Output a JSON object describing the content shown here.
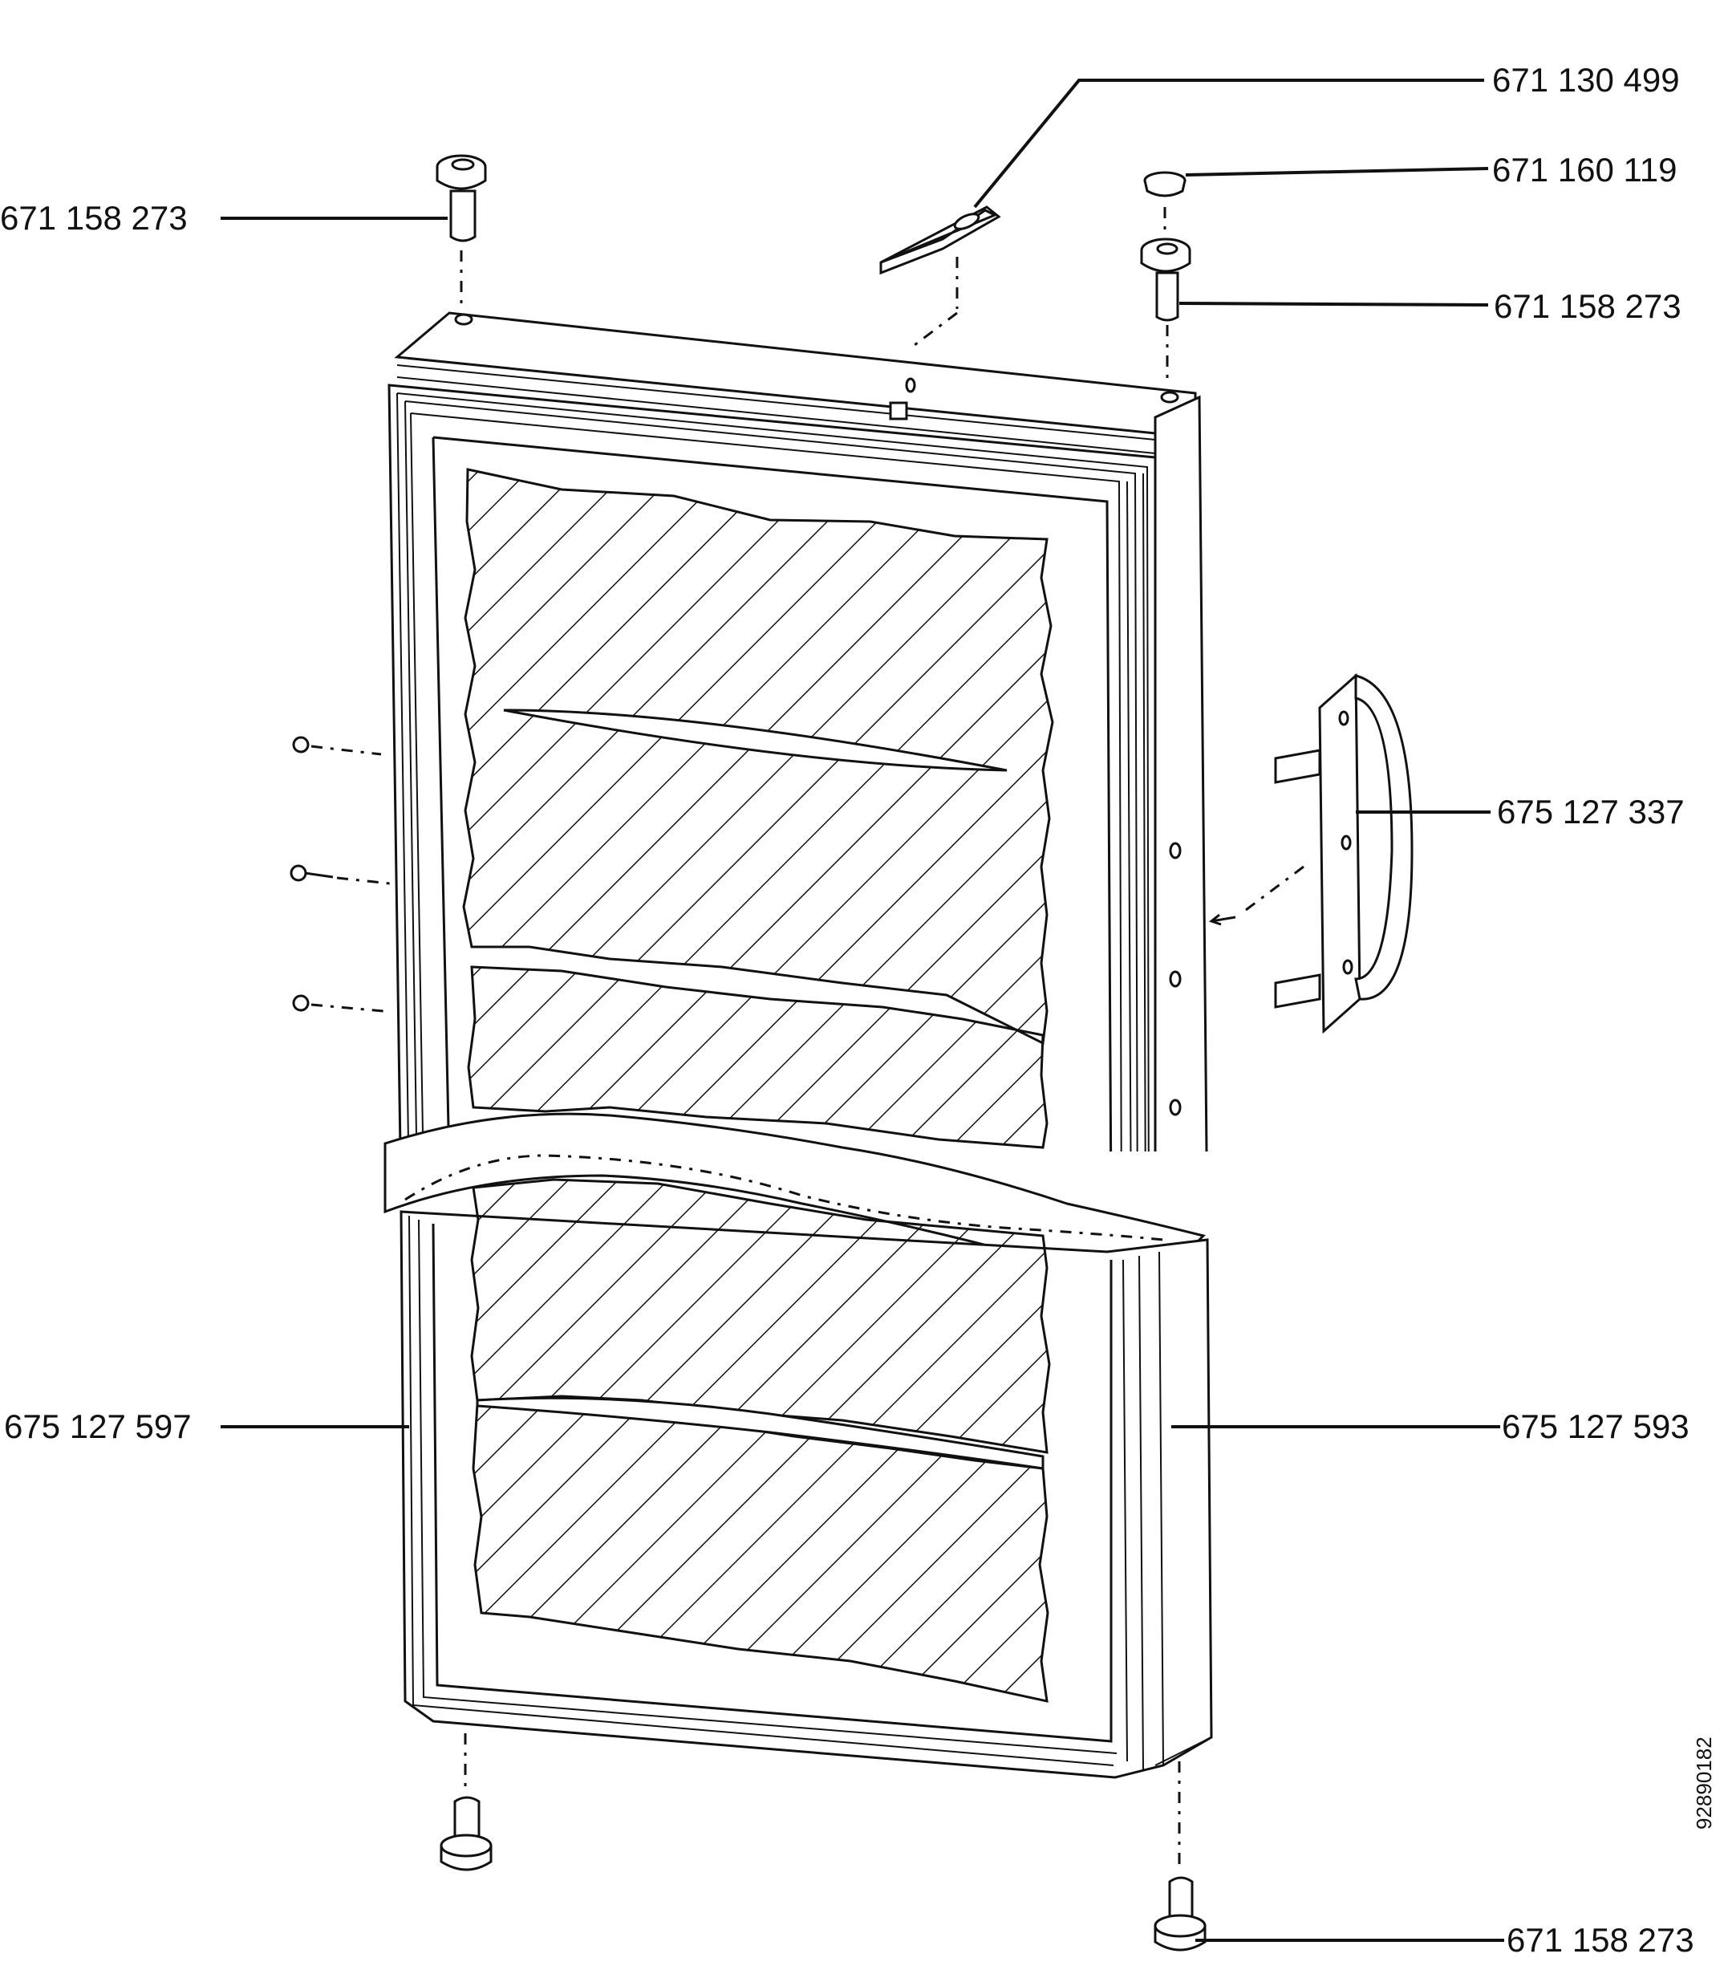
{
  "parts": {
    "hinge_pin_top_left": "671 158 273",
    "bracket": "671 130 499",
    "cap": "671 160 119",
    "hinge_pin_top_right": "671 158 273",
    "handle": "675 127 337",
    "gasket": "675 127 597",
    "door": "675 127 593",
    "hinge_pin_bottom": "671 158 273"
  },
  "reference_number": "92890182",
  "colors": {
    "line": "#111111",
    "background": "#ffffff"
  }
}
